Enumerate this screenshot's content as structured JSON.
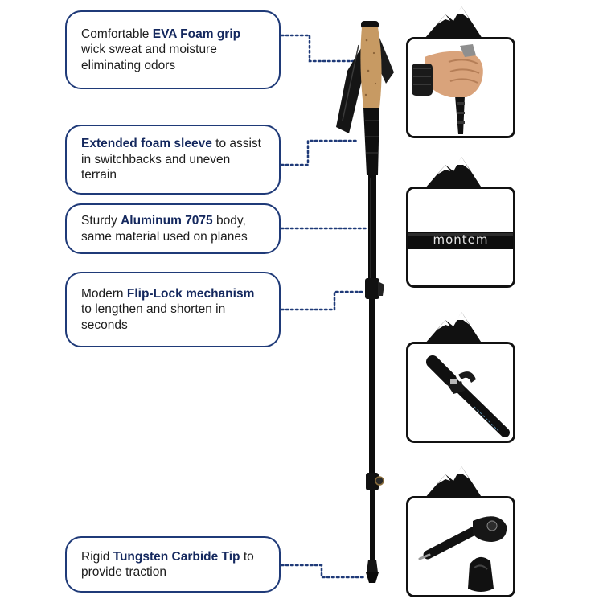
{
  "callouts": [
    {
      "pre": "Comfortable ",
      "bold": "EVA Foam grip",
      "post": " wick sweat and moisture eliminating odors"
    },
    {
      "pre": "",
      "bold": "Extended foam sleeve",
      "post": " to assist in switchbacks and uneven terrain"
    },
    {
      "pre": "Sturdy ",
      "bold": "Aluminum 7075",
      "post": " body, same material used on planes"
    },
    {
      "pre": "Modern ",
      "bold": "Flip-Lock mechanism",
      "post": " to lengthen and shorten in seconds"
    },
    {
      "pre": "Rigid ",
      "bold": "Tungsten Carbide Tip",
      "post": " to provide traction"
    }
  ],
  "detail_panels": {
    "pole_brand": "montem"
  },
  "colors": {
    "callout_border": "#1f3a78",
    "bold_text": "#14285e",
    "pole": "#0d0d0d",
    "cork": "#c79a63"
  }
}
